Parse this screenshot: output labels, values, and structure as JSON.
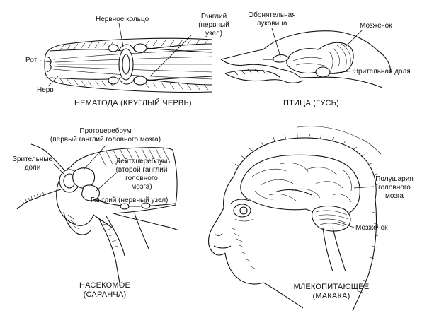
{
  "panels": {
    "nematode": {
      "caption": "НЕМАТОДА (КРУГЛЫЙ ЧЕРВЬ)",
      "labels": {
        "nerve_ring": "Нервное кольцо",
        "ganglion_line1": "Ганглий",
        "ganglion_line2": "(нервный",
        "ganglion_line3": "узел)",
        "mouth": "Рот",
        "nerve": "Нерв"
      }
    },
    "bird": {
      "caption": "ПТИЦА (ГУСЬ)",
      "labels": {
        "olfactory_line1": "Обонятельная",
        "olfactory_line2": "луковица",
        "cerebellum": "Мозжечок",
        "optic_lobe": "Зрительная доля"
      }
    },
    "insect": {
      "caption_line1": "НАСЕКОМОЕ",
      "caption_line2": "(САРАНЧА)",
      "labels": {
        "protocerebrum_line1": "Протоцеребрум",
        "protocerebrum_line2": "(первый ганглий головного мозга)",
        "optic_line1": "Зрительные",
        "optic_line2": "доли",
        "deutocerebrum_line1": "Дейтоцеребрум",
        "deutocerebrum_line2": "(второй ганглий",
        "deutocerebrum_line3": "головного",
        "deutocerebrum_line4": "мозга)",
        "ganglion": "Ганглий (нервный узел)"
      }
    },
    "mammal": {
      "caption_line1": "МЛЕКОПИТАЮЩЕЕ",
      "caption_line2": "(МАКАКА)",
      "labels": {
        "hemispheres_line1": "Полушария",
        "hemispheres_line2": "головного",
        "hemispheres_line3": "мозга",
        "cerebellum": "Мозжечок"
      }
    }
  }
}
